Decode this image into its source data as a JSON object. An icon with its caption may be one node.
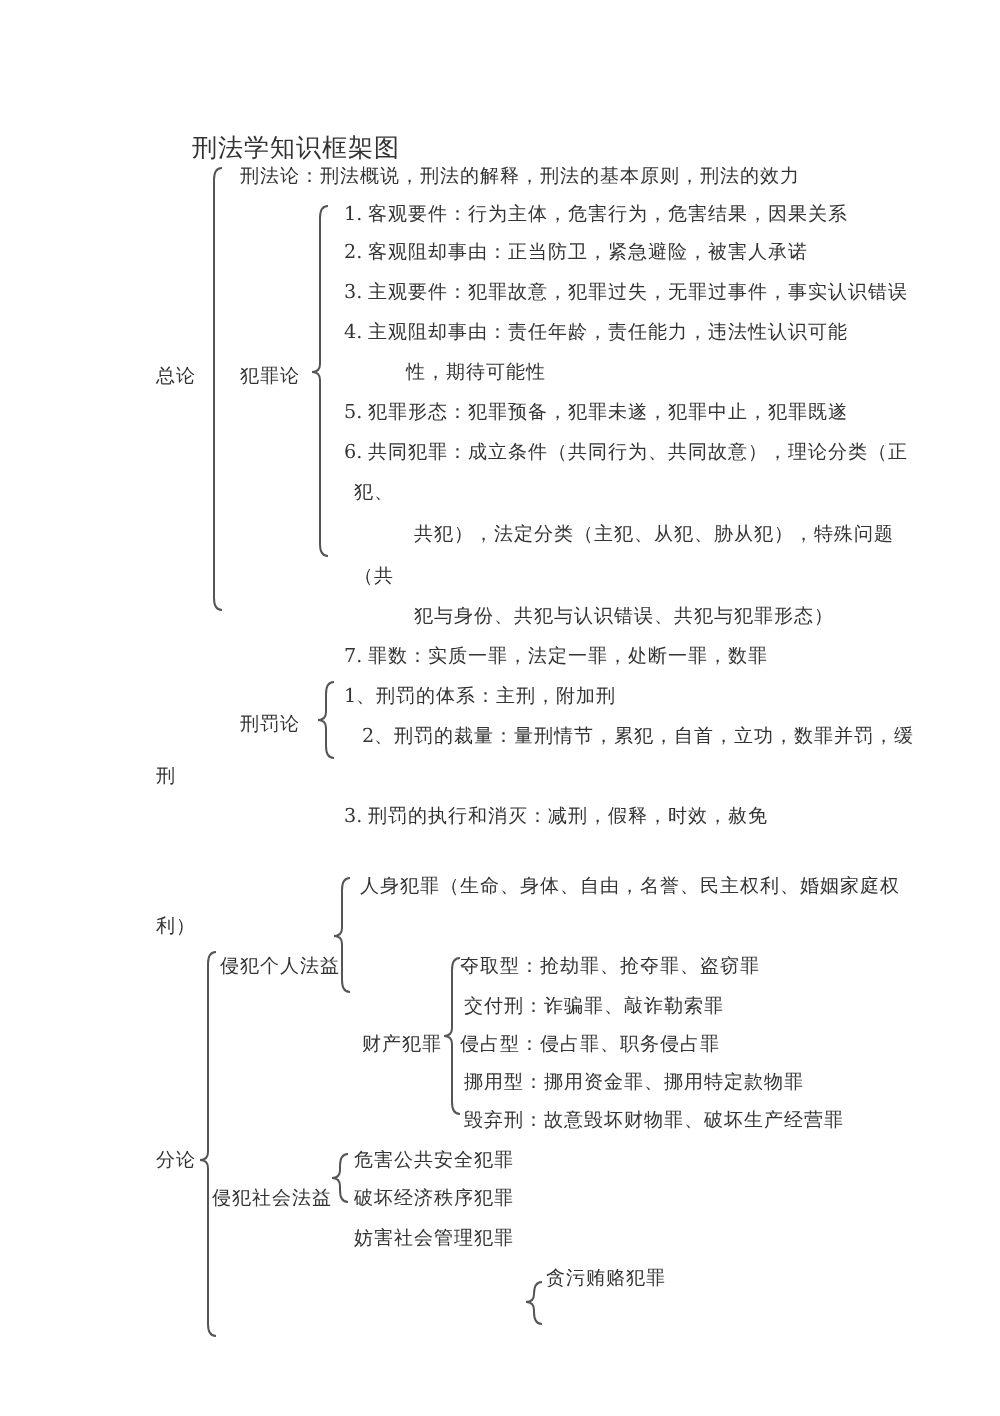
{
  "diagram": {
    "title": "刑法学知识框架图",
    "labels": [
      "总论",
      "刑法论：刑法概说，刑法的解释，刑法的基本原则，刑法的效力",
      "犯罪论",
      "1. 客观要件：行为主体，危害行为，危害结果，因果关系",
      "2. 客观阻却事由：正当防卫，紧急避险，被害人承诺",
      "3. 主观要件：犯罪故意，犯罪过失，无罪过事件，事实认识错误",
      "4. 主观阻却事由：责任年龄，责任能力，违法性认识可能",
      "性，期待可能性",
      "5. 犯罪形态：犯罪预备，犯罪未遂，犯罪中止，犯罪既遂",
      "6. 共同犯罪：成立条件（共同行为、共同故意），理论分类（正",
      "犯、",
      "共犯），法定分类（主犯、从犯、胁从犯），特殊问题",
      "（共",
      "犯与身份、共犯与认识错误、共犯与犯罪形态）",
      "7. 罪数：实质一罪，法定一罪，处断一罪，数罪",
      "刑罚论",
      "1、刑罚的体系：主刑，附加刑",
      "2、刑罚的裁量：量刑情节，累犯，自首，立功，数罪并罚，缓",
      "刑",
      "3. 刑罚的执行和消灭：减刑，假释，时效，赦免",
      "人身犯罪（生命、身体、自由，名誉、民主权利、婚姻家庭权",
      "利）",
      "侵犯个人法益",
      "财产犯罪",
      "夺取型：抢劫罪、抢夺罪、盗窃罪",
      "交付刑：诈骗罪、敲诈勒索罪",
      "侵占型：侵占罪、职务侵占罪",
      "挪用型：挪用资金罪、挪用特定款物罪",
      "毁弃刑：故意毁坏财物罪、破坏生产经营罪",
      "分论",
      "侵犯社会法益",
      "危害公共安全犯罪",
      "破坏经济秩序犯罪",
      "妨害社会管理犯罪",
      "贪污贿赂犯罪"
    ]
  }
}
